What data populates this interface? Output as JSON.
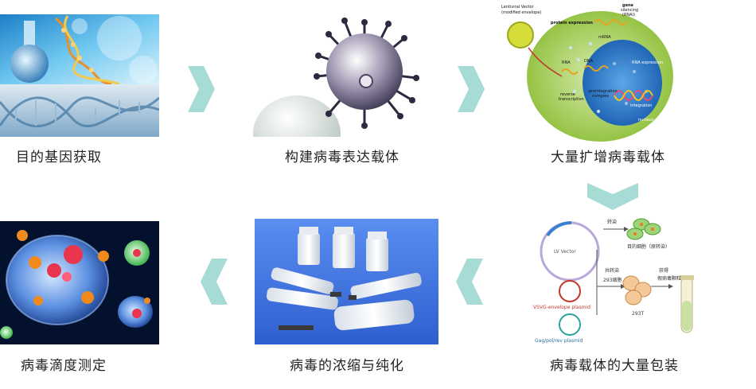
{
  "steps": [
    {
      "label": "目的基因获取"
    },
    {
      "label": "构建病毒表达载体"
    },
    {
      "label": "大量扩增病毒载体"
    },
    {
      "label": "病毒载体的大量包装"
    },
    {
      "label": "病毒的浓缩与纯化"
    },
    {
      "label": "病毒滴度测定"
    }
  ],
  "diagram3": {
    "lentiviral": "Lentiviral Vector",
    "envelope": "(modified envelope)",
    "protein": "protein expression",
    "gene": "gene",
    "silencing": "silencing",
    "rnai": "(RNAi)",
    "mrna": "mRNA",
    "rna": "RNA",
    "dna": "DNA",
    "reverse": "reverse",
    "transcription": "transcription",
    "preintegration": "preintegration",
    "complex": "complex",
    "rna_expression": "RNA expression",
    "integration": "integration",
    "nucleus": "nucleus"
  },
  "diagram4": {
    "transfect": "转染",
    "target_cells": "目的细胞（原转染）",
    "lv_vector": "LV Vector",
    "cotransfect": "共转染",
    "cells_293": "293细胞",
    "harvest": "获得",
    "virus_particles": "假病毒颗粒",
    "cells_293t": "293T",
    "vsvg": "VSVG-envelope plasmid",
    "gag": "Gag/pol/rev plasmid"
  },
  "colors": {
    "arrow": "#a6dbd6",
    "arrow_dark": "#8fcfc8"
  }
}
